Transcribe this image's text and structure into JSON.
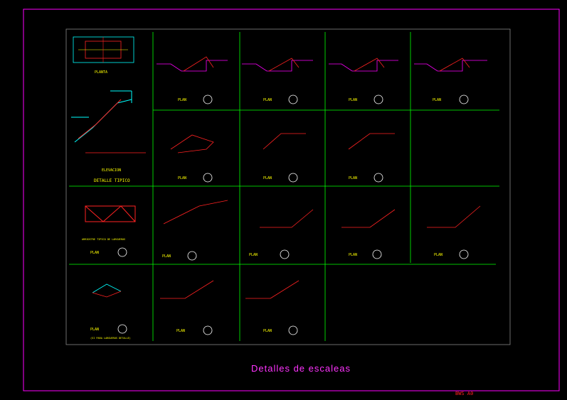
{
  "sheet": {
    "title": "Detalles de escaleas",
    "drawing_code": "BWS A0",
    "colors": {
      "frame": "#ff00ff",
      "grid": "#00ff00",
      "steel": "#ff2222",
      "text": "#ffff00",
      "dim": "#ffffff",
      "alt": "#00ffff"
    }
  },
  "labels": {
    "planta": "PLANTA",
    "elevacion": "ELEVACION",
    "detalle_tipico": "DETALLE TIPICO",
    "plan": "PLAN",
    "cell_note": "(SI PARA LARGUEROS DETALLE)",
    "truss_note": "ARRIOSTRE TIPICO DE LARGUEROS"
  }
}
